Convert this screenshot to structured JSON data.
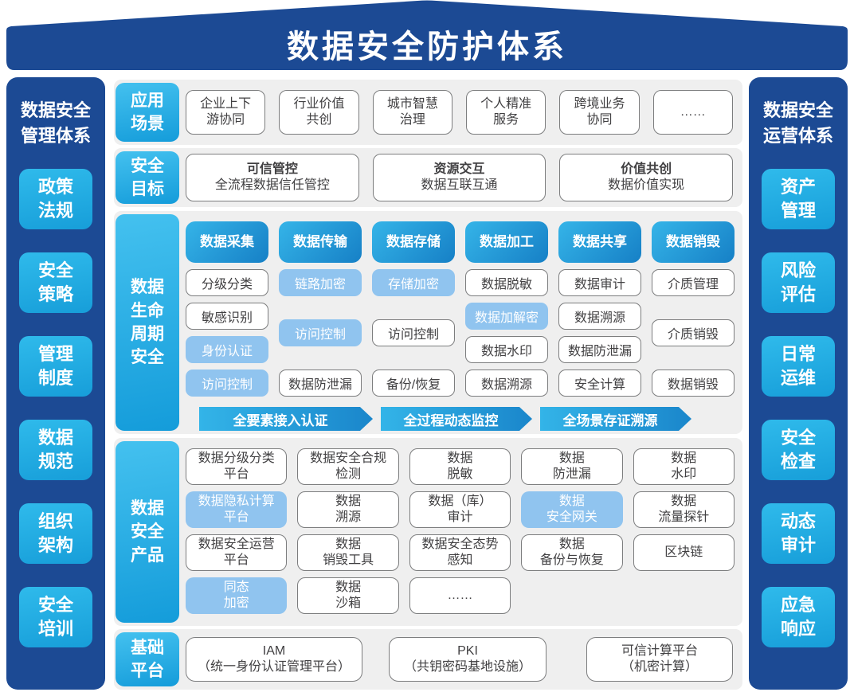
{
  "banner": {
    "title": "数据安全防护体系"
  },
  "colors": {
    "navy": "#1C4A94",
    "cyan_gradient_top": "#2FBAEB",
    "cyan_gradient_bottom": "#179ED9",
    "header_gradient_start": "#35B4E8",
    "header_gradient_end": "#1680C6",
    "pastel_fill": "#90C4EF",
    "row_background": "#EFEFEF",
    "outline_border": "#7C7D7E",
    "text_dark": "#414042"
  },
  "sidebar_left": {
    "title": "数据安全\n管理体系",
    "items": [
      "政策\n法规",
      "安全\n策略",
      "管理\n制度",
      "数据\n规范",
      "组织\n架构",
      "安全\n培训"
    ]
  },
  "sidebar_right": {
    "title": "数据安全\n运营体系",
    "items": [
      "资产\n管理",
      "风险\n评估",
      "日常\n运维",
      "安全\n检查",
      "动态\n审计",
      "应急\n响应"
    ]
  },
  "scenarios": {
    "label": "应用\n场景",
    "items": [
      "企业上下\n游协同",
      "行业价值\n共创",
      "城市智慧\n治理",
      "个人精准\n服务",
      "跨境业务\n协同",
      "……"
    ]
  },
  "goals": {
    "label": "安全\n目标",
    "items": [
      {
        "title": "可信管控",
        "subtitle": "全流程数据信任管控"
      },
      {
        "title": "资源交互",
        "subtitle": "数据互联互通"
      },
      {
        "title": "价值共创",
        "subtitle": "数据价值实现"
      }
    ]
  },
  "lifecycle": {
    "label": "数据\n生命\n周期\n安全",
    "columns": [
      {
        "header": "数据采集",
        "items": [
          {
            "label": "分级分类"
          },
          {
            "label": "敏感识别"
          },
          {
            "label": "身份认证"
          },
          {
            "label": "访问控制"
          }
        ]
      },
      {
        "header": "数据传输",
        "items": [
          {
            "label": "链路加密"
          },
          {
            "label": "访问控制"
          },
          {
            "label": "数据防泄漏"
          }
        ]
      },
      {
        "header": "数据存储",
        "items": [
          {
            "label": "存储加密"
          },
          {
            "label": "访问控制"
          },
          {
            "label": "备份/恢复"
          }
        ]
      },
      {
        "header": "数据加工",
        "items": [
          {
            "label": "数据脱敏"
          },
          {
            "label": "数据加解密"
          },
          {
            "label": "数据水印"
          },
          {
            "label": "数据溯源"
          }
        ]
      },
      {
        "header": "数据共享",
        "items": [
          {
            "label": "数据审计"
          },
          {
            "label": "数据溯源"
          },
          {
            "label": "数据防泄漏"
          },
          {
            "label": "安全计算"
          }
        ]
      },
      {
        "header": "数据销毁",
        "items": [
          {
            "label": "介质管理"
          },
          {
            "label": "介质销毁"
          },
          {
            "label": "数据销毁"
          }
        ]
      }
    ],
    "arrows": [
      "全要素接入认证",
      "全过程动态监控",
      "全场景存证溯源"
    ]
  },
  "products": {
    "label": "数据\n安全\n产品",
    "rows": [
      [
        {
          "label": "数据分级分类\n平台"
        },
        {
          "label": "数据安全合规\n检测"
        },
        {
          "label": "数据\n脱敏"
        },
        {
          "label": "数据\n防泄漏"
        },
        {
          "label": "数据\n水印"
        }
      ],
      [
        {
          "label": "数据隐私计算\n平台"
        },
        {
          "label": "数据\n溯源"
        },
        {
          "label": "数据（库）\n审计"
        },
        {
          "label": "数据\n安全网关"
        },
        {
          "label": "数据\n流量探针"
        }
      ],
      [
        {
          "label": "数据安全运营\n平台"
        },
        {
          "label": "数据\n销毁工具"
        },
        {
          "label": "数据安全态势\n感知"
        },
        {
          "label": "数据\n备份与恢复"
        },
        {
          "label": "区块链"
        }
      ],
      [
        {
          "label": "同态\n加密"
        },
        {
          "label": "数据\n沙箱"
        },
        {
          "label": "……"
        }
      ]
    ]
  },
  "platform": {
    "label": "基础\n平台",
    "items": [
      "IAM\n（统一身份认证管理平台）",
      "PKI\n（共钥密码基地设施）",
      "可信计算平台\n（机密计算）"
    ]
  }
}
